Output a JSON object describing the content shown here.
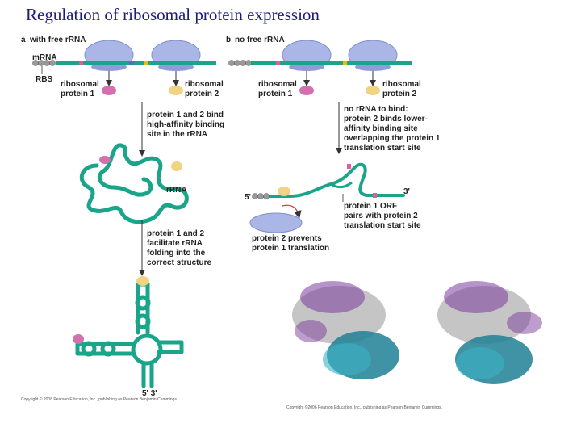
{
  "title": "Regulation of ribosomal protein expression",
  "colors": {
    "rna": "#1aa58a",
    "ribosome": "#a9b6e6",
    "protein1": "#d46fb0",
    "protein2": "#f2d283",
    "structure_purple": "#7a3b9b",
    "structure_gray": "#9a9a9a",
    "structure_teal": "#1f7f95"
  },
  "panel_a": {
    "letter": "a",
    "heading": "with free rRNA",
    "mrna": "mRNA",
    "rbs": "RBS",
    "rp1": [
      "ribosomal",
      "protein 1"
    ],
    "rp2": [
      "ribosomal",
      "protein 2"
    ],
    "step1": [
      "protein 1 and 2 bind",
      "high-affinity binding",
      "site in the rRNA"
    ],
    "rrna": "rRNA",
    "step2": [
      "protein 1 and 2",
      "facilitate rRNA",
      "folding into the",
      "correct structure"
    ],
    "ends": "5' 3'"
  },
  "panel_b": {
    "letter": "b",
    "heading": "no free rRNA",
    "rp1": [
      "ribosomal",
      "protein 1"
    ],
    "rp2": [
      "ribosomal",
      "protein 2"
    ],
    "step1": [
      "no rRNA to bind:",
      "protein 2 binds lower-",
      "affinity binding site",
      "overlapping the protein 1",
      "translation start site"
    ],
    "five": "5'",
    "three": "3'",
    "orf": [
      "protein 1 ORF",
      "pairs with protein 2",
      "translation start site"
    ],
    "prevent": [
      "protein 2 prevents",
      "protein 1 translation"
    ]
  },
  "copyright_left": "Copyright © 2008 Pearson Education, Inc., publishing as Pearson Benjamin Cummings.",
  "copyright_right": "Copyright ©2006 Pearson Education, Inc., publishing as Pearson Benjamin Cummings."
}
